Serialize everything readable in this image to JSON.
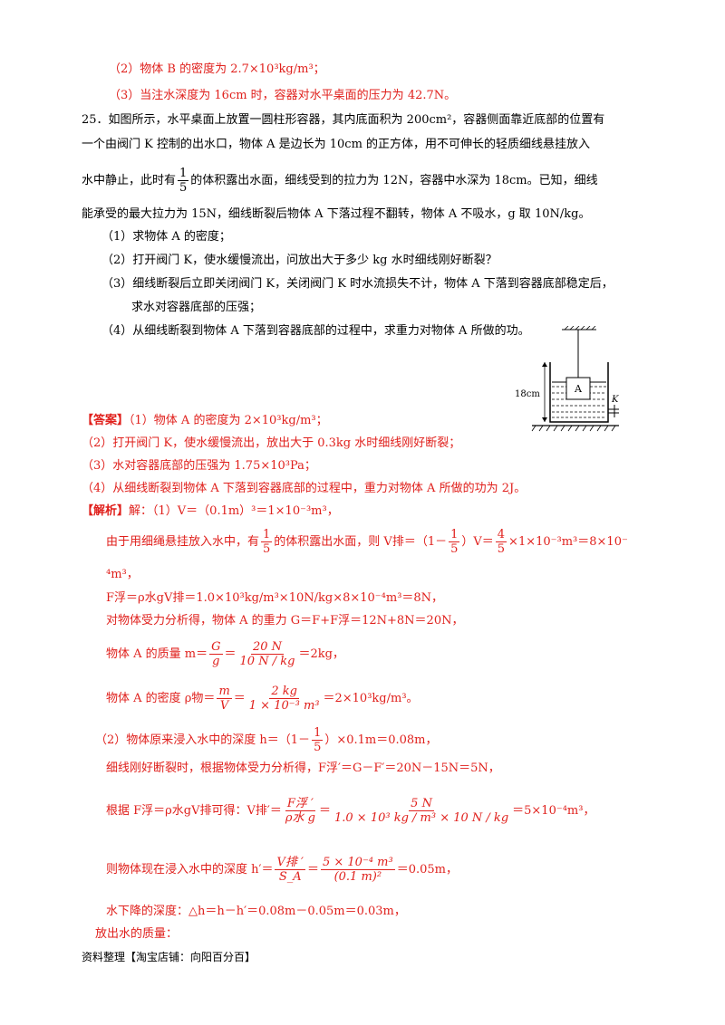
{
  "prev_answers": {
    "line2": "（2）物体 B 的密度为 2.7×10³kg/m³；",
    "line3": "（3）当注水深度为 16cm 时，容器对水平桌面的压力为 42.7N。"
  },
  "question": {
    "number": "25．",
    "line1": "如图所示，水平桌面上放置一圆柱形容器，其内底面积为 200cm²，容器侧面靠近底部的位置有",
    "line2": "一个由阀门 K 控制的出水口，物体 A 是边长为 10cm 的正方体，用不可伸长的轻质细线悬挂放入",
    "line3_a": "水中静止，此时有",
    "frac_num": "1",
    "frac_den": "5",
    "line3_b": "的体积露出水面，细线受到的拉力为 12N，容器中水深为 18cm。已知，细线",
    "line4": "能承受的最大拉力为 15N，细线断裂后物体 A 下落过程不翻转，物体 A 不吸水，g 取 10N/kg。",
    "sub1": "（1）求物体 A 的密度；",
    "sub2": "（2）打开阀门 K，使水缓慢流出，问放出大于多少 kg 水时细线刚好断裂？",
    "sub3a": "（3）细线断裂后立即关闭阀门 K，关闭阀门 K 时水流损失不计，物体 A 下落到容器底部稳定后，",
    "sub3b": "求水对容器底部的压强；",
    "sub4": "（4）从细线断裂到物体 A 下落到容器底部的过程中，求重力对物体 A 所做的功。"
  },
  "figure": {
    "block_label": "A",
    "depth_label": "18cm",
    "valve_label": "K"
  },
  "answer": {
    "tag": "【答案】",
    "a1": "（1）物体 A 的密度为 2×10³kg/m³；",
    "a2": "（2）打开阀门 K，使水缓慢流出，放出大于 0.3kg 水时细线刚好断裂；",
    "a3": "（3）水对容器底部的压强为 1.75×10³Pa；",
    "a4": "（4）从细线断裂到物体 A 下落到容器底部的过程中，重力对物体 A 所做的功为 2J。"
  },
  "analysis": {
    "tag": "【解析】",
    "l1": "解：（1）V＝（0.1m）³＝1×10⁻³m³，",
    "l2a": "由于用细绳悬挂放入水中，有",
    "l2b": "的体积露出水面，则 V排＝（1－",
    "l2c": "）V＝",
    "l2d": "×1×10⁻³m³＝8×10⁻",
    "l2_cont": "⁴m³，",
    "l3": "F浮＝ρ水gV排＝1.0×10³kg/m³×10N/kg×8×10⁻⁴m³＝8N，",
    "l4": "对物体受力分析得，物体 A 的重力 G＝F+F浮＝12N+8N＝20N，",
    "l5a": "物体 A 的质量 m＝",
    "l5_f1n": "G",
    "l5_f1d": "g",
    "l5_f2n": "20 N",
    "l5_f2d": "10 N / kg",
    "l5b": "＝2kg，",
    "l6a": "物体 A 的密度 ρ物＝",
    "l6_f1n": "m",
    "l6_f1d": "V",
    "l6_f2n": "2 kg",
    "l6_f2d": "1 × 10⁻³ m³",
    "l6b": "＝2×10³kg/m³。",
    "l7a": "（2）物体原来浸入水中的深度 h＝（1－",
    "l7b": "）×0.1m＝0.08m，",
    "l8": "细线刚好断裂时，根据物体受力分析得，F浮′＝G－F′＝20N－15N＝5N，",
    "l9a": "根据 F浮＝ρ水gV排可得：V排′＝",
    "l9_f1n": "F浮 ′",
    "l9_f1d": "ρ水 g",
    "l9_f2n": "5 N",
    "l9_f2d": "1.0 × 10³ kg / m³ × 10 N / kg",
    "l9b": "＝5×10⁻⁴m³，",
    "l10a": "则物体现在浸入水中的深度 h′＝",
    "l10_f1n": "V排 ′",
    "l10_f1d": "S_A",
    "l10_f2n": "5 × 10⁻⁴ m³",
    "l10_f2d": "(0.1 m)²",
    "l10b": "＝0.05m，",
    "l11": "水下降的深度：△h＝h－h′＝0.08m－0.05m＝0.03m，",
    "l12": "放出水的质量："
  },
  "footer": "资料整理【淘宝店铺：向阳百分百】"
}
